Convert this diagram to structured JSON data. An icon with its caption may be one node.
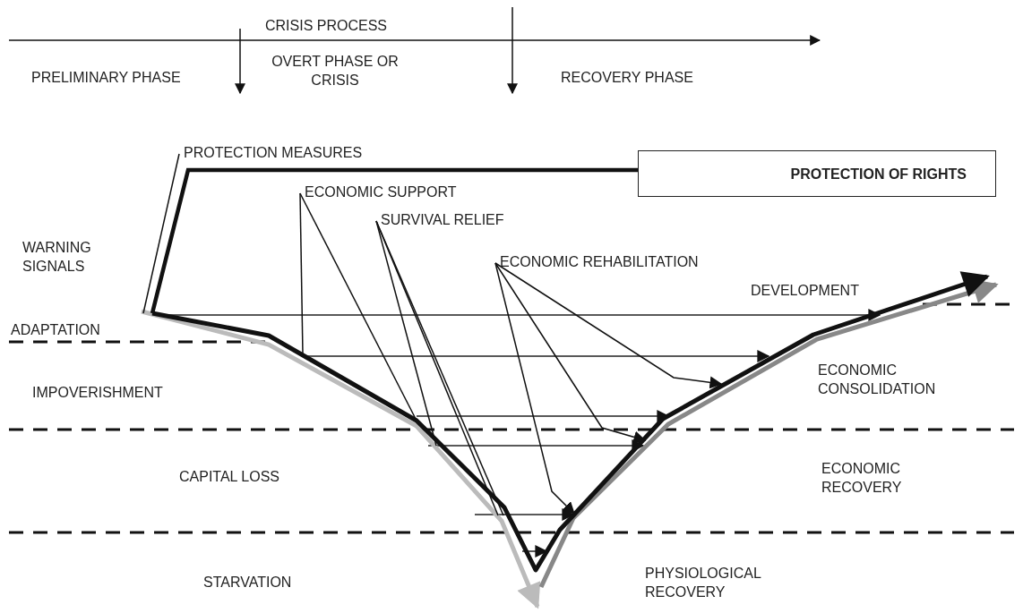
{
  "diagram": {
    "title": "CRISIS PROCESS",
    "nodes": [
      {
        "text": [
          "PROTECTION MEASURES"
        ]
      },
      {
        "text": [
          "PROTECTION OF RIGHTS"
        ]
      },
      {
        "text": [
          "ECONOMIC SUPPORT"
        ]
      },
      {
        "text": [
          "SURVIVAL RELIEF"
        ]
      },
      {
        "text": [
          "ECONOMIC REHABILITATION"
        ]
      }
    ],
    "edges": [
      {
        "from": null,
        "to": 1,
        "arrow": "none",
        "style": "thick"
      },
      {
        "from": 0,
        "to": null,
        "arrow": "none"
      },
      {
        "from": 2,
        "to": null,
        "arrow": "none"
      },
      {
        "from": 2,
        "to": null,
        "arrow": "none"
      },
      {
        "from": 3,
        "to": null,
        "arrow": "none"
      },
      {
        "from": 3,
        "to": null,
        "arrow": "none"
      },
      {
        "from": 3,
        "to": null,
        "arrow": "none"
      },
      {
        "from": 4,
        "to": null,
        "arrow": "to"
      },
      {
        "from": 4,
        "to": null,
        "arrow": "to"
      },
      {
        "from": 4,
        "to": null,
        "arrow": "to"
      }
    ],
    "labels": [
      "PRELIMINARY PHASE",
      "OVERT PHASE OR CRISIS",
      "RECOVERY PHASE",
      "WARNING SIGNALS",
      "DEVELOPMENT",
      "ADAPTATION",
      "IMPOVERISHMENT",
      "ECONOMIC CONSOLIDATION",
      "CAPITAL LOSS",
      "ECONOMIC RECOVERY",
      "STARVATION",
      "PHYSIOLOGICAL RECOVERY"
    ]
  }
}
